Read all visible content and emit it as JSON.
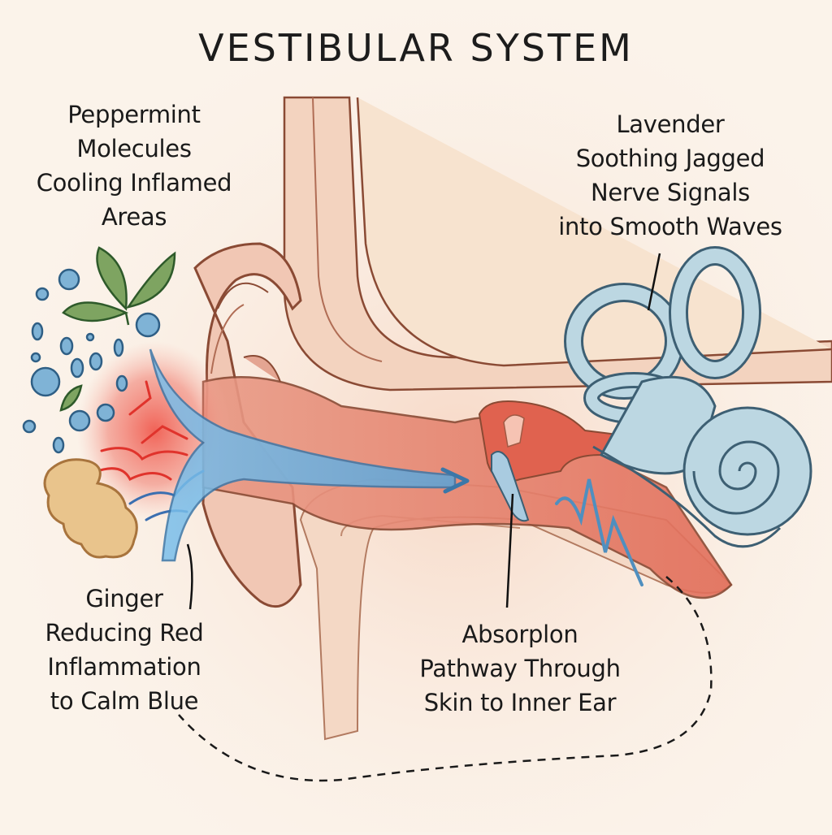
{
  "title": "VESTIBULAR SYSTEM",
  "labels": {
    "peppermint": "Peppermint\nMolecules\nCooling Inflamed\nAreas",
    "lavender": "Lavender\nSoothing Jagged\nNerve Signals\ninto Smooth Waves",
    "ginger": "Ginger\nReducing Red\nInflammation\nto Calm Blue",
    "absorption": "Absorplon\nPathway Through\nSkin to Inner Ear"
  },
  "colors": {
    "background": "#fbf3ea",
    "skin": "#f3d6c4",
    "skin_outline": "#8a4a34",
    "canal_red": "#e0705c",
    "inflammation_red": "#ef4b3f",
    "calm_blue": "#6fb6e6",
    "inner_ear_blue": "#bcd7e2",
    "inner_ear_outline": "#3d5f73",
    "mint_leaf": "#7ea461",
    "ginger_root": "#e9c48c",
    "bubble_blue": "#7fb3d6"
  }
}
